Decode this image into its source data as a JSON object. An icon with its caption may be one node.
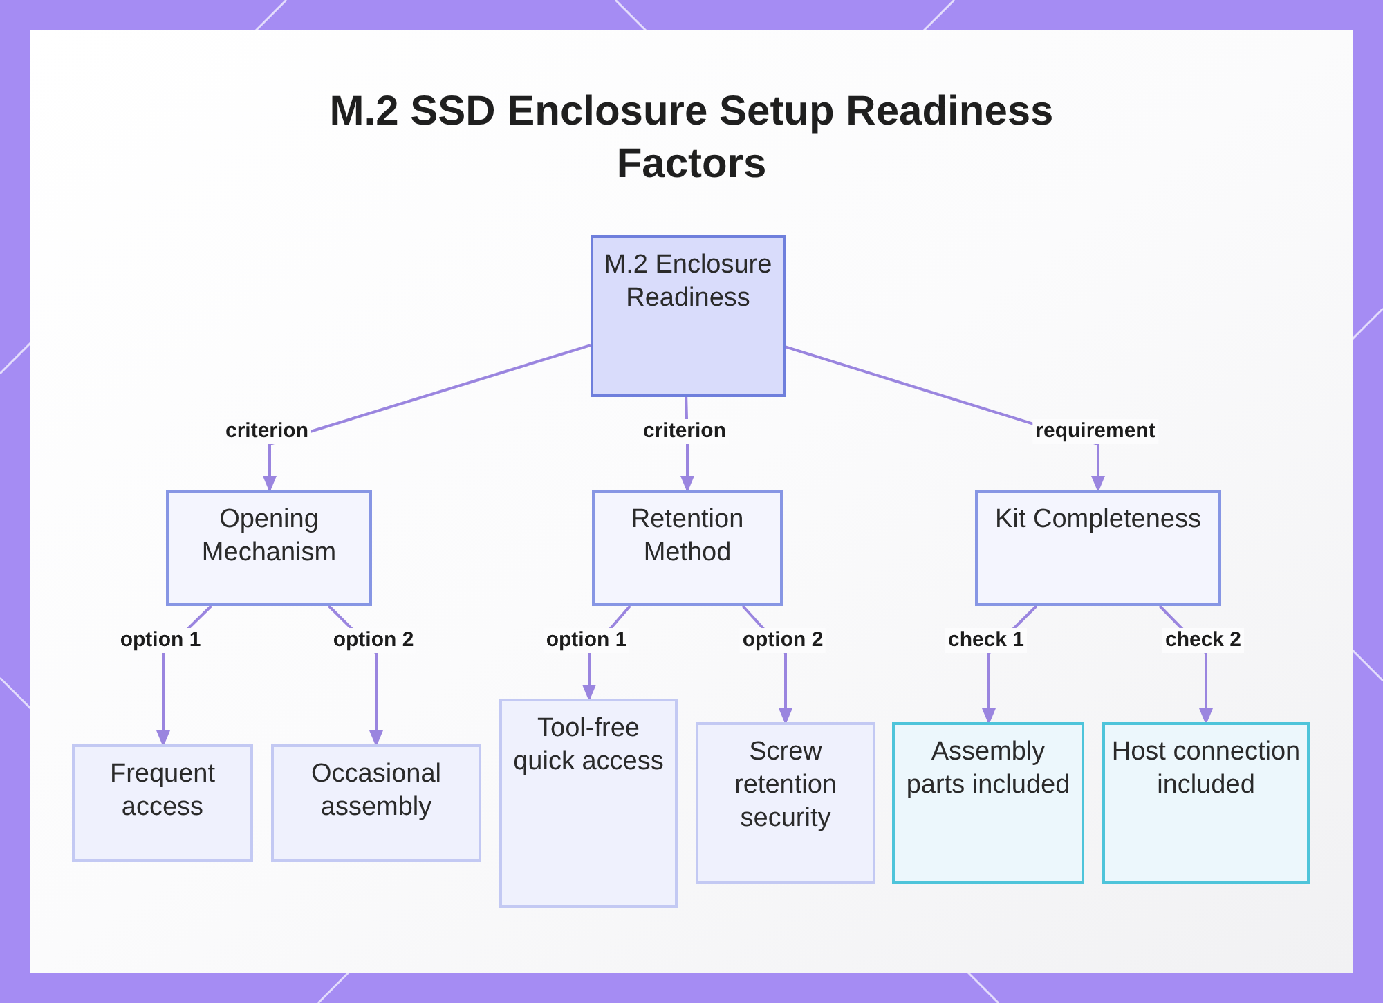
{
  "diagram": {
    "title": "M.2 SSD Enclosure Setup Readiness Factors",
    "nodes": [
      {
        "text": [
          "M.2 Enclosure Readiness"
        ]
      },
      {
        "text": [
          "Opening Mechanism"
        ]
      },
      {
        "text": [
          "Retention Method"
        ]
      },
      {
        "text": [
          "Kit Completeness"
        ]
      },
      {
        "text": [
          "Frequent access"
        ]
      },
      {
        "text": [
          "Occasional assembly"
        ]
      },
      {
        "text": [
          "Tool-free quick access"
        ]
      },
      {
        "text": [
          "Screw retention security"
        ]
      },
      {
        "text": [
          "Assembly parts included"
        ]
      },
      {
        "text": [
          "Host connection included"
        ]
      }
    ],
    "edges": [
      {
        "from": 0,
        "to": 1,
        "arrow": "to",
        "label": "criterion"
      },
      {
        "from": 0,
        "to": 2,
        "arrow": "to",
        "label": "criterion"
      },
      {
        "from": 0,
        "to": 3,
        "arrow": "to",
        "label": "requirement"
      },
      {
        "from": 1,
        "to": 4,
        "arrow": "to",
        "label": "option 1"
      },
      {
        "from": 1,
        "to": 5,
        "arrow": "to",
        "label": "option 2"
      },
      {
        "from": 2,
        "to": 6,
        "arrow": "to",
        "label": "option 1"
      },
      {
        "from": 2,
        "to": 7,
        "arrow": "to",
        "label": "option 2"
      },
      {
        "from": 3,
        "to": 8,
        "arrow": "to",
        "label": "check 1"
      },
      {
        "from": 3,
        "to": 9,
        "arrow": "to",
        "label": "check 2"
      }
    ]
  }
}
